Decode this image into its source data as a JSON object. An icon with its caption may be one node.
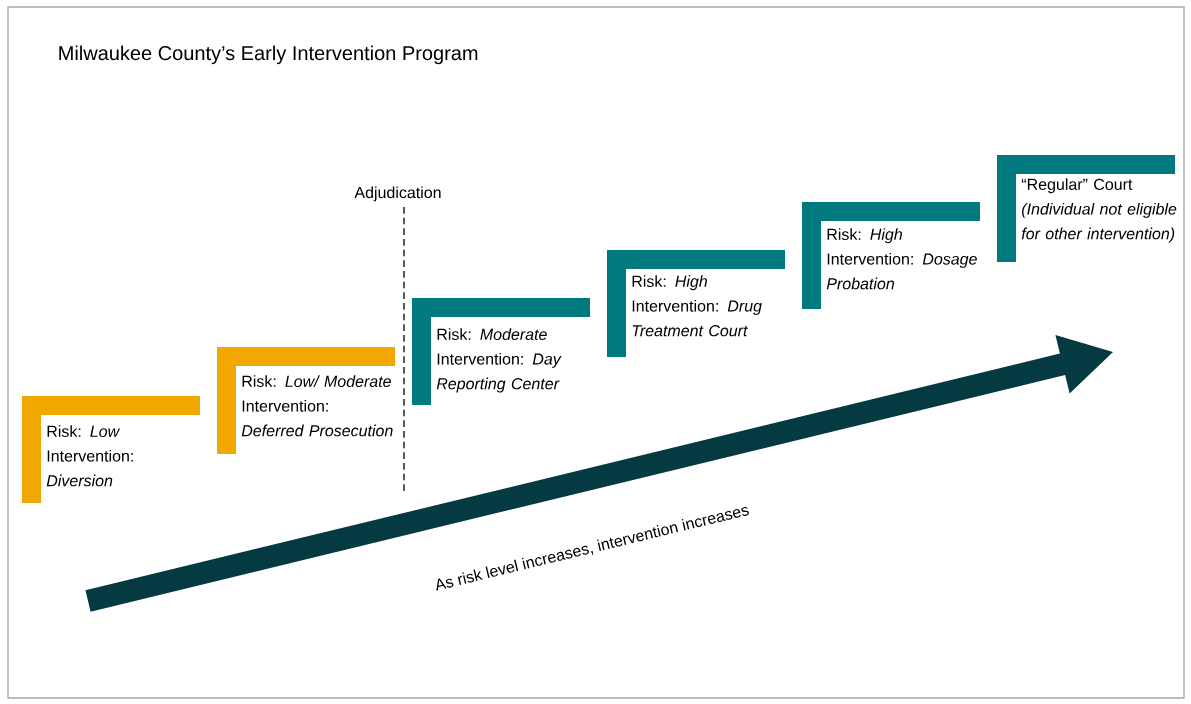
{
  "diagram": {
    "title": "Milwaukee County’s Early Intervention Program",
    "nodes": [
      {
        "text": [
          "Risk: *Low*",
          "Intervention: *Diversion*"
        ]
      },
      {
        "text": [
          "Risk: *Low/ Moderate*",
          "Intervention: *Deferred Prosecution*"
        ]
      },
      {
        "text": [
          "Risk: *Moderate*",
          "Intervention: *Day Reporting Center*"
        ]
      },
      {
        "text": [
          "Risk: *High*",
          "Intervention: *Drug Treatment Court*"
        ]
      },
      {
        "text": [
          "Risk: *High*",
          "Intervention: *Dosage Probation*"
        ]
      },
      {
        "text": [
          "“Regular” Court",
          "(Individual not eligible for other intervention)"
        ]
      }
    ],
    "labels": [
      "Adjudication",
      "As risk level increases, intervention increases"
    ]
  }
}
